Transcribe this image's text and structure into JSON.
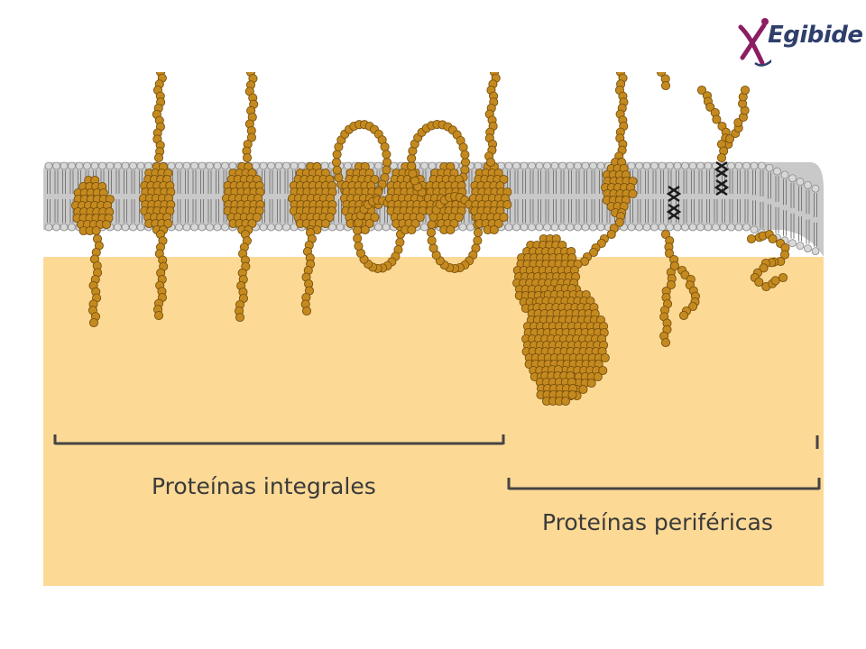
{
  "header": {
    "logo_text": "Egibide",
    "logo_colors": {
      "mark": "#8b1e63",
      "text": "#2f3f6c"
    }
  },
  "diagram": {
    "colors": {
      "cytoplasm": "#fcd995",
      "membrane": "#c9c9c9",
      "lipid_head": "#d8d8d8",
      "protein": "#c58a1f",
      "bracket": "#444444"
    },
    "labels": {
      "integral": "Proteínas integrales",
      "peripheral": "Proteínas periféricas"
    }
  }
}
